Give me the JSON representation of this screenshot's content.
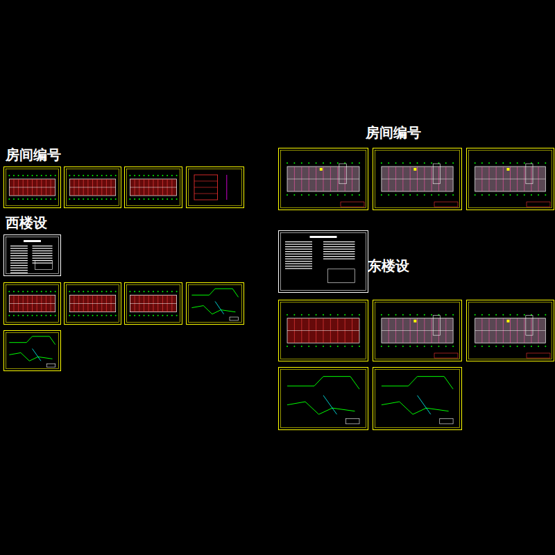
{
  "diagram": {
    "labels": [
      "房间编号",
      "西楼设",
      "房间编号",
      "东楼设"
    ]
  }
}
